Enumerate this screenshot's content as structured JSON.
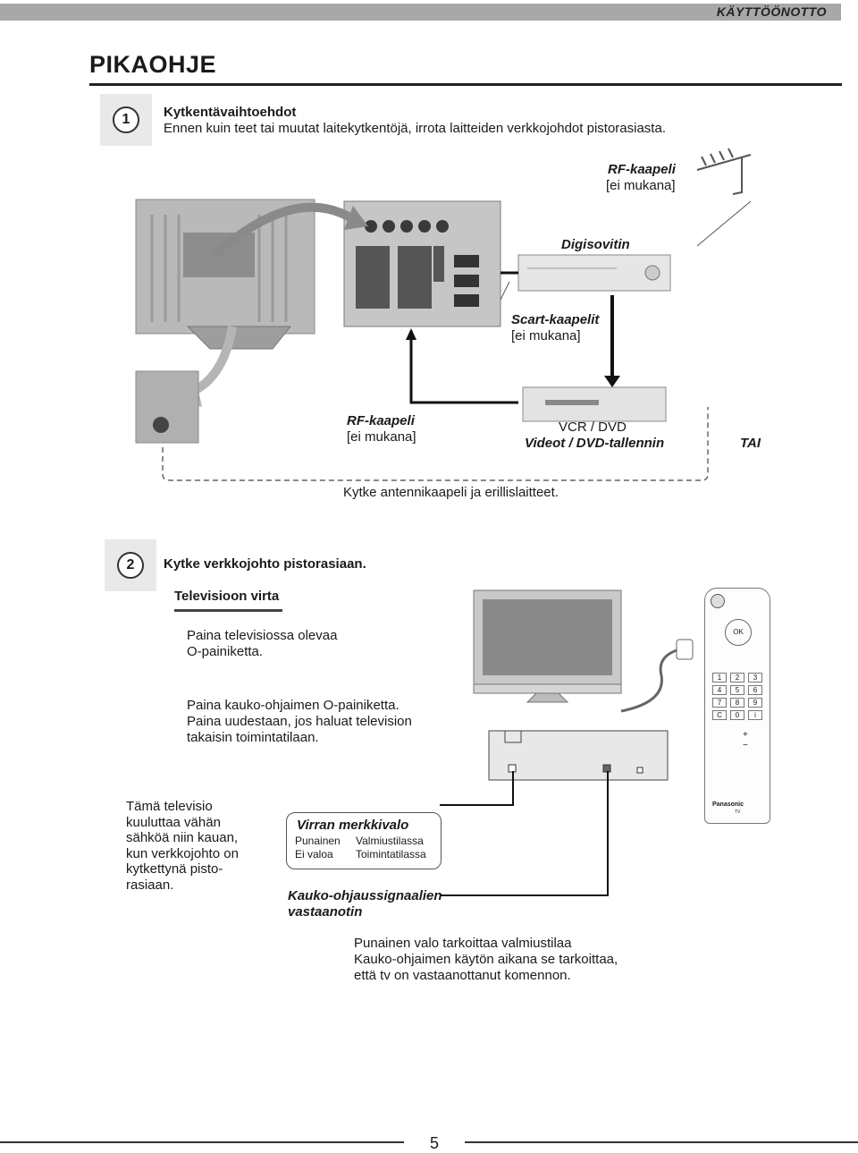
{
  "header": {
    "section": "KÄYTTÖÖNOTTO"
  },
  "page_title": "PIKAOHJE",
  "step1": {
    "number": "1",
    "heading": "Kytkentävaihtoehdot",
    "text": "Ennen kuin teet tai muutat laitekytkentöjä, irrota laitteiden verkkojohdot pistorasiasta.",
    "rf_top_title": "RF-kaapeli",
    "rf_top_note": "[ei mukana]",
    "digibox": "Digisovitin",
    "scart_title": "Scart-kaapelit",
    "scart_note": "[ei mukana]",
    "rf_bottom_title": "RF-kaapeli",
    "rf_bottom_note": "[ei mukana]",
    "vcr_line1": "VCR / DVD",
    "vcr_line2": "Videot / DVD-tallennin",
    "or_label": "TAI",
    "caption": "Kytke antennikaapeli ja erillislaitteet."
  },
  "step2": {
    "number": "2",
    "heading": "Kytke verkkojohto pistorasiaan.",
    "subheading": "Televisioon virta",
    "para1_line1": "Paina televisiossa olevaa",
    "para1_line2": "O-painiketta.",
    "para2_line1": "Paina kauko-ohjaimen O-painiketta.",
    "para2_line2": "Paina uudestaan, jos haluat television",
    "para2_line3": "takaisin toimintatilaan.",
    "standby_lines": [
      "Tämä televisio",
      "kuuluttaa vähän",
      "sähköä niin kauan,",
      "kun verkkojohto on",
      "kytkettynä pisto-",
      "rasiaan."
    ],
    "indicator_title": "Virran merkkivalo",
    "indicator_rows": [
      {
        "state": "Punainen",
        "meaning": "Valmiustilassa"
      },
      {
        "state": "Ei valoa",
        "meaning": "Toimintatilassa"
      }
    ],
    "receiver_line1": "Kauko-ohjaussignaalien",
    "receiver_line2": "vastaanotin",
    "note_lines": [
      "Punainen valo tarkoittaa valmiustilaa",
      "Kauko-ohjaimen käytön aikana se tarkoittaa,",
      "että tv on vastaanottanut komennon."
    ]
  },
  "remote": {
    "keys": [
      "1",
      "2",
      "3",
      "4",
      "5",
      "6",
      "7",
      "8",
      "9",
      "C",
      "0",
      "i"
    ],
    "ok": "OK",
    "plus": "+",
    "minus": "−",
    "brand": "Panasonic",
    "brand_sub": "TV"
  },
  "page_number": "5"
}
